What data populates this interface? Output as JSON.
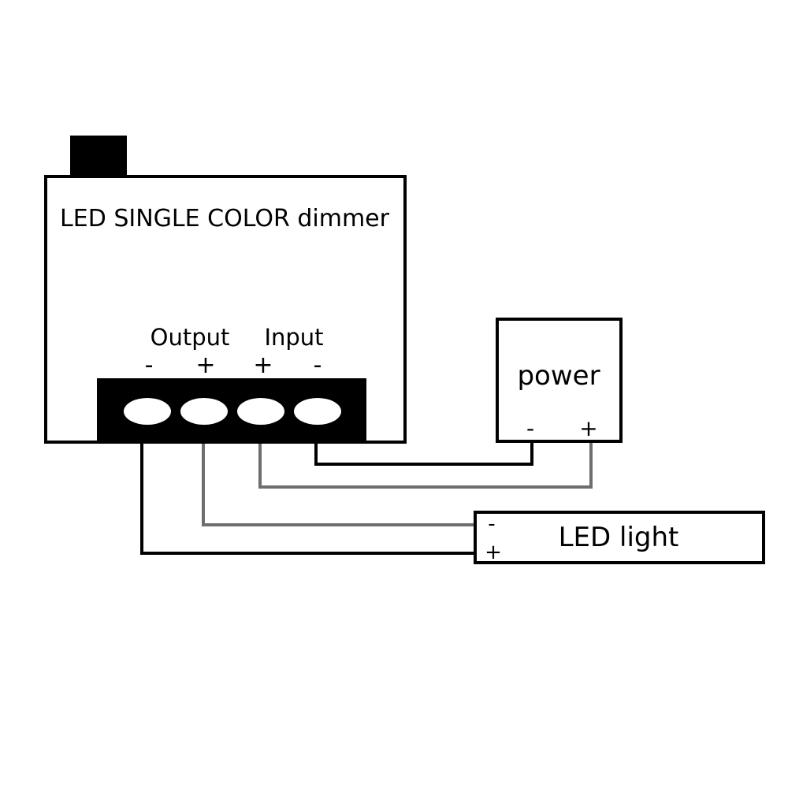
{
  "dimmer": {
    "title": "LED SINGLE COLOR dimmer",
    "output_label": "Output",
    "input_label": "Input",
    "terminal_signs": [
      "-",
      "+",
      "+",
      "-"
    ]
  },
  "power": {
    "label": "power",
    "minus_sign": "-",
    "plus_sign": "+"
  },
  "led_light": {
    "label": "LED light",
    "minus_sign": "-",
    "plus_sign": "+"
  },
  "colors": {
    "outline": "#000000",
    "wire_black": "#000000",
    "wire_gray": "#6e6e6e",
    "terminal_block": "#000000",
    "terminal_hole": "#ffffff"
  }
}
